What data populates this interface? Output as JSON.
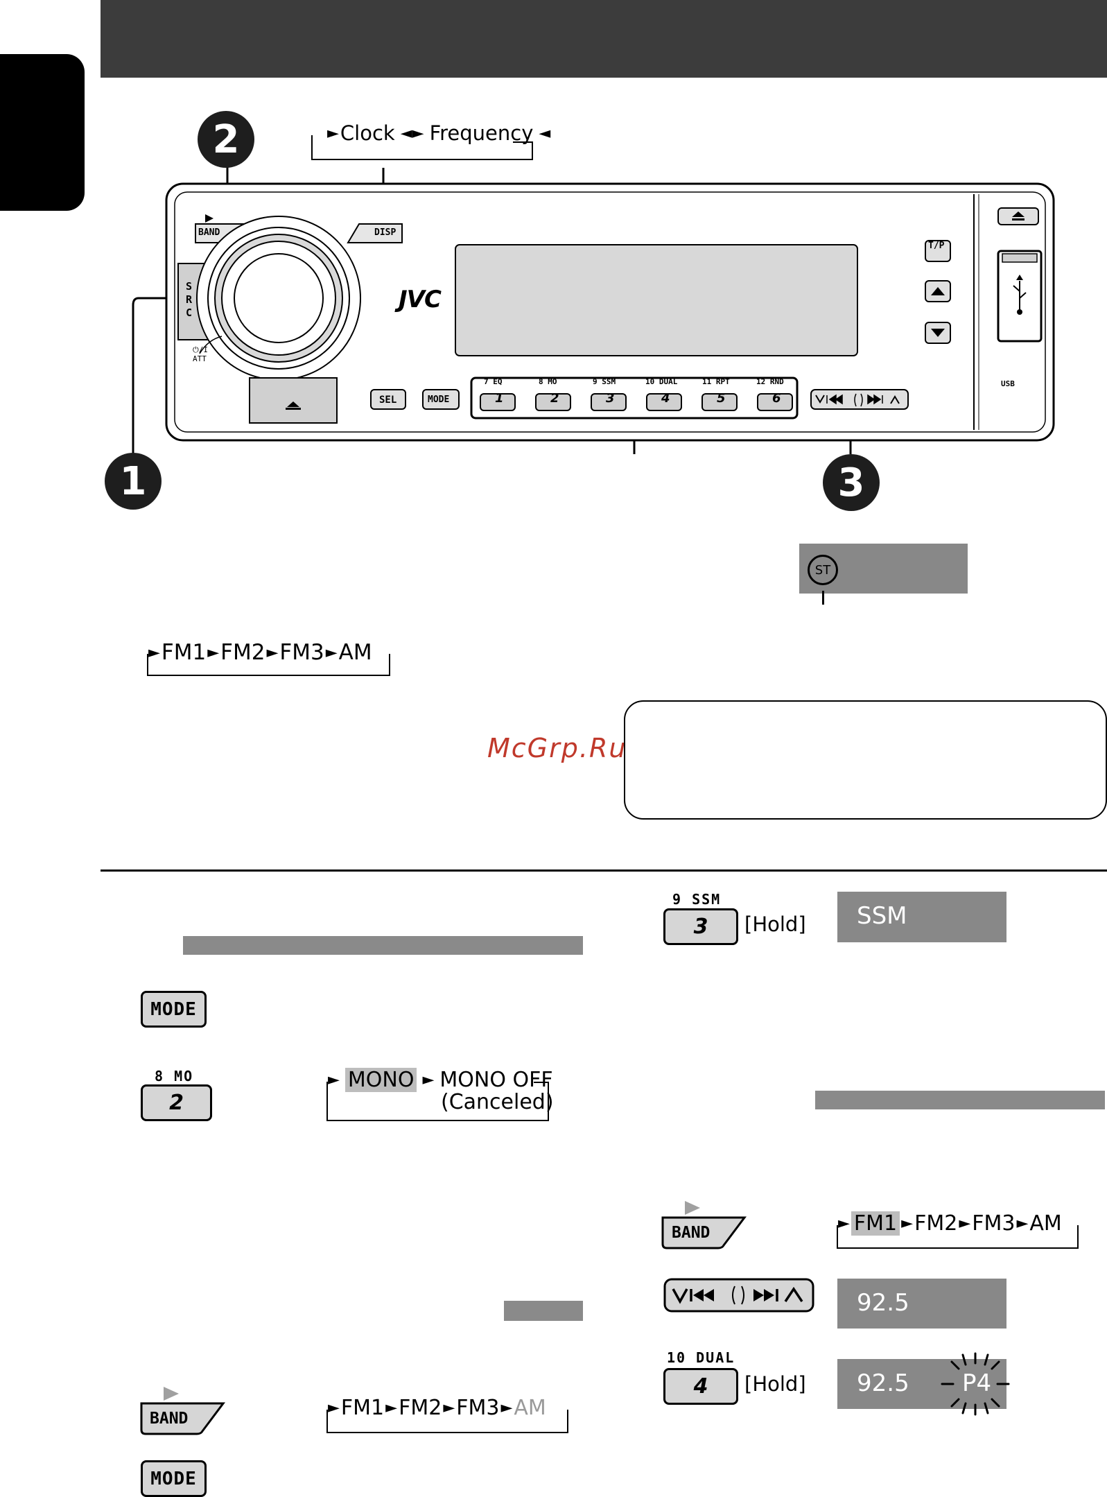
{
  "diagram": {
    "callouts": [
      "2",
      "1",
      "3"
    ],
    "disp_cycle": {
      "item1": "Clock",
      "item2": "Frequency"
    },
    "brand": "JVC",
    "buttons": {
      "band": "BAND",
      "disp": "DISP",
      "src": "S\nR\nC",
      "att": "⏻/I\nATT",
      "sel": "SEL",
      "mode": "MODE",
      "tp": "T/P",
      "usb": "USB"
    },
    "presets": [
      {
        "top": "7  EQ",
        "num": "1"
      },
      {
        "top": "8  MO",
        "num": "2"
      },
      {
        "top": "9  SSM",
        "num": "3"
      },
      {
        "top": "10  DUAL",
        "num": "4"
      },
      {
        "top": "11  RPT",
        "num": "5"
      },
      {
        "top": "12  RND",
        "num": "6"
      }
    ]
  },
  "st_indicator": "ST",
  "band_sequence": [
    "FM1",
    "FM2",
    "FM3",
    "AM"
  ],
  "watermark": "McGrp.Ru",
  "left_section": {
    "mode_button": "MODE",
    "mo_button": {
      "top": "8  MO",
      "num": "2"
    },
    "mono_sequence": {
      "on": "MONO",
      "off": "MONO OFF",
      "note": "(Canceled)"
    },
    "band_button": "BAND",
    "band_sequence": [
      "FM1",
      "FM2",
      "FM3",
      "AM"
    ],
    "mode_button_2": "MODE"
  },
  "right_section": {
    "ssm_button": {
      "top": "9  SSM",
      "num": "3"
    },
    "hold_label": "[Hold]",
    "ssm_display": "SSM",
    "band_button": "BAND",
    "band_sequence": [
      "FM1",
      "FM2",
      "FM3",
      "AM"
    ],
    "frequency_display": "92.5",
    "dual_button": {
      "top": "10  DUAL",
      "num": "4"
    },
    "hold_label_2": "[Hold]",
    "preset_display": {
      "freq": "92.5",
      "preset": "P4"
    }
  }
}
